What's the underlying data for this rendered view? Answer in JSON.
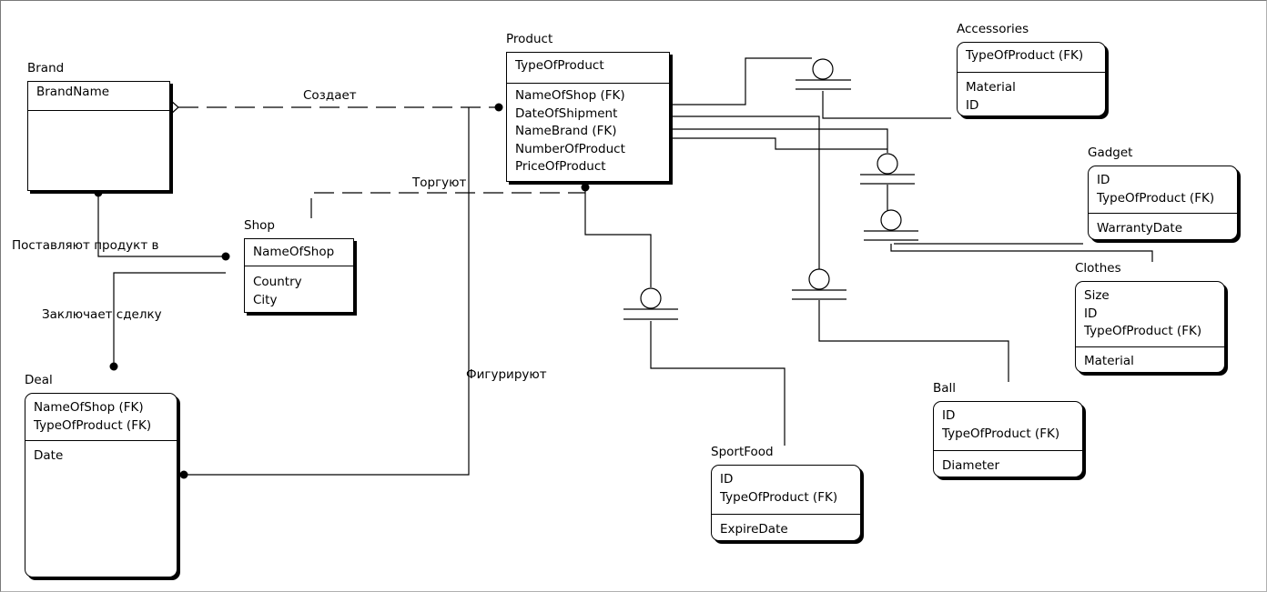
{
  "entities": {
    "brand": {
      "title": "Brand",
      "keys": [
        "BrandName"
      ],
      "attrs": []
    },
    "product": {
      "title": "Product",
      "keys": [
        "TypeOfProduct"
      ],
      "attrs": [
        "NameOfShop (FK)",
        "DateOfShipment",
        "NameBrand (FK)",
        "NumberOfProduct",
        "PriceOfProduct"
      ]
    },
    "shop": {
      "title": "Shop",
      "keys": [
        "NameOfShop"
      ],
      "attrs": [
        "Country",
        "City"
      ]
    },
    "deal": {
      "title": "Deal",
      "keys": [
        "NameOfShop (FK)",
        "TypeOfProduct (FK)"
      ],
      "attrs": [
        "Date"
      ]
    },
    "accessories": {
      "title": "Accessories",
      "keys": [
        "TypeOfProduct (FK)"
      ],
      "attrs": [
        "Material",
        "ID"
      ]
    },
    "gadget": {
      "title": "Gadget",
      "keys": [
        "ID",
        "TypeOfProduct (FK)"
      ],
      "attrs": [
        "WarrantyDate"
      ]
    },
    "clothes": {
      "title": "Clothes",
      "keys": [
        "Size",
        "ID",
        "TypeOfProduct (FK)"
      ],
      "attrs": [
        "Material"
      ]
    },
    "ball": {
      "title": "Ball",
      "keys": [
        "ID",
        "TypeOfProduct (FK)"
      ],
      "attrs": [
        "Diameter"
      ]
    },
    "sportfood": {
      "title": "SportFood",
      "keys": [
        "ID",
        "TypeOfProduct (FK)"
      ],
      "attrs": [
        "ExpireDate"
      ]
    }
  },
  "relationships": {
    "creates": "Создает",
    "trade": "Торгуют",
    "supply": "Поставляют продукт в",
    "deal": "Заключает сделку",
    "appear": "Фигурируют"
  }
}
